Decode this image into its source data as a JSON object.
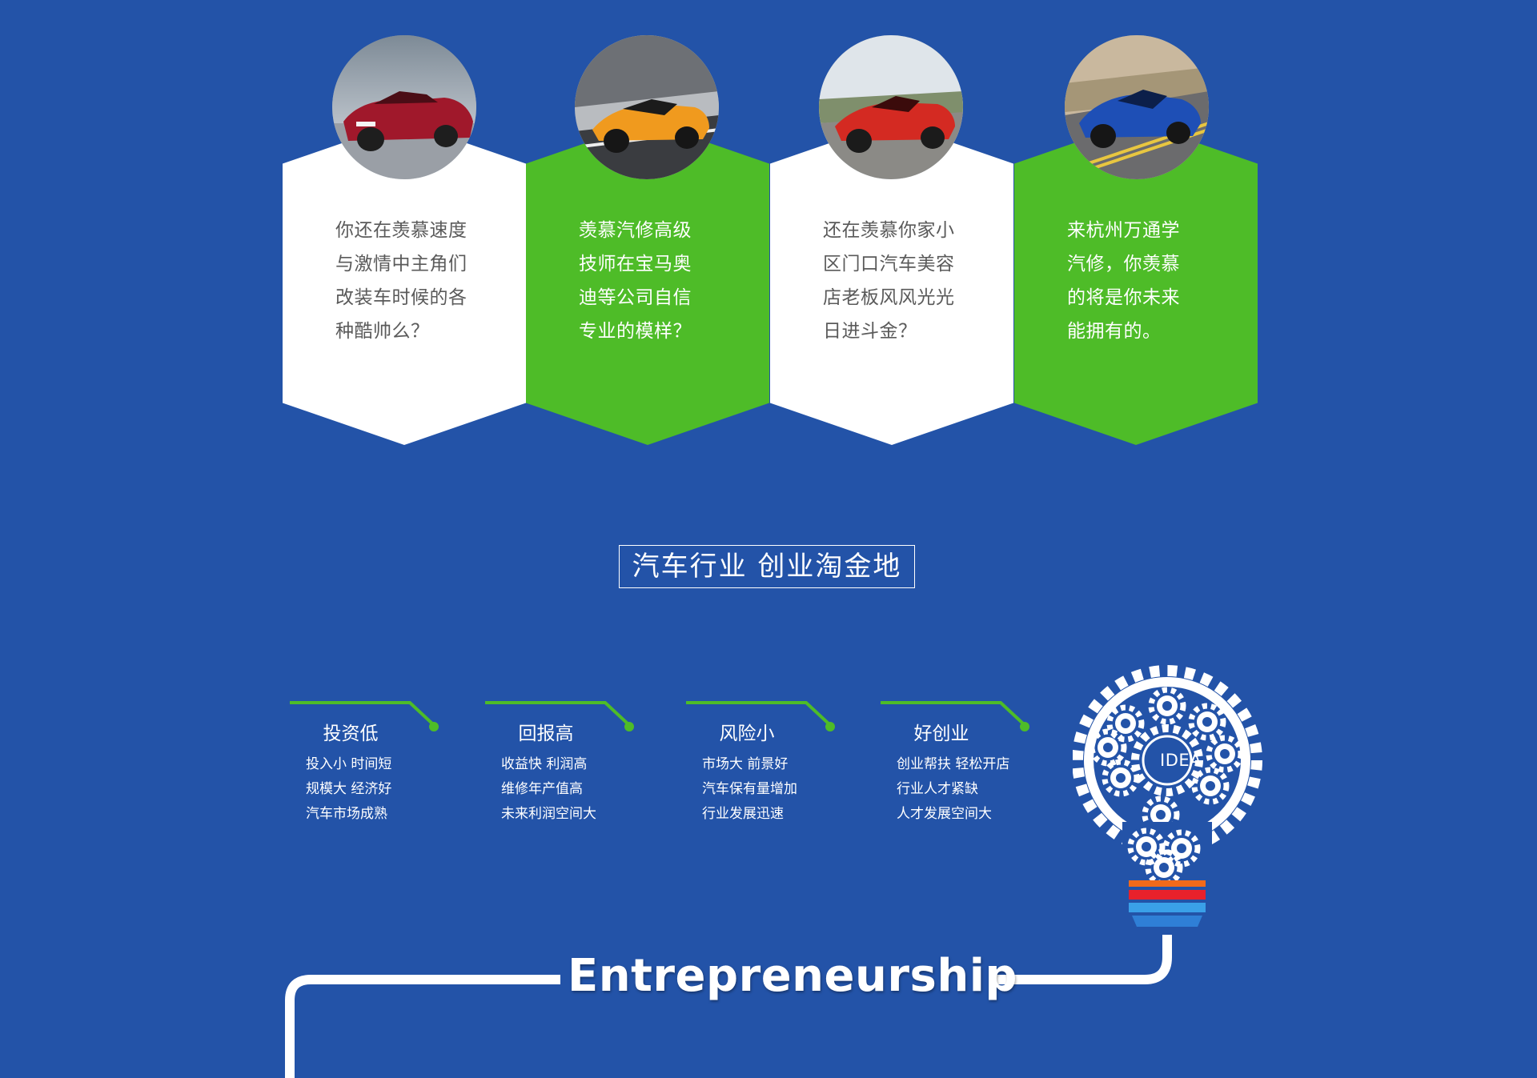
{
  "colors": {
    "background": "#2353a8",
    "accent_green": "#4ebc28",
    "card_white": "#ffffff",
    "text_gray": "#5a5a5a"
  },
  "cards": [
    {
      "style": "white",
      "image": "red-convertible-car-photo",
      "lines": [
        "你还在羡慕速度",
        "与激情中主角们",
        "改装车时候的各",
        "种酷帅么？"
      ]
    },
    {
      "style": "green",
      "image": "orange-race-car-photo",
      "lines": [
        "羡慕汽修高级",
        "技师在宝马奥",
        "迪等公司自信",
        "专业的模样？"
      ]
    },
    {
      "style": "white",
      "image": "red-sports-car-photo",
      "lines": [
        "还在羡慕你家小",
        "区门口汽车美容",
        "店老板风风光光",
        "日进斗金？"
      ]
    },
    {
      "style": "green",
      "image": "blue-sports-car-photo",
      "lines": [
        "来杭州万通学",
        "汽修，你羡慕",
        "的将是你未来",
        "能拥有的。"
      ]
    }
  ],
  "section_title": "汽车行业 创业淘金地",
  "features": [
    {
      "title": "投资低",
      "lines": [
        "投入小 时间短",
        "规模大 经济好",
        "汽车市场成熟"
      ]
    },
    {
      "title": "回报高",
      "lines": [
        "收益快 利润高",
        "维修年产值高",
        "未来利润空间大"
      ]
    },
    {
      "title": "风险小",
      "lines": [
        "市场大 前景好",
        "汽车保有量增加",
        "行业发展迅速"
      ]
    },
    {
      "title": "好创业",
      "lines": [
        "创业帮扶 轻松开店",
        "行业人才紧缺",
        "人才发展空间大"
      ]
    }
  ],
  "bulb": {
    "icon": "gear-lightbulb-icon",
    "label": "IDEA"
  },
  "brand_word": "Entrepreneurship"
}
